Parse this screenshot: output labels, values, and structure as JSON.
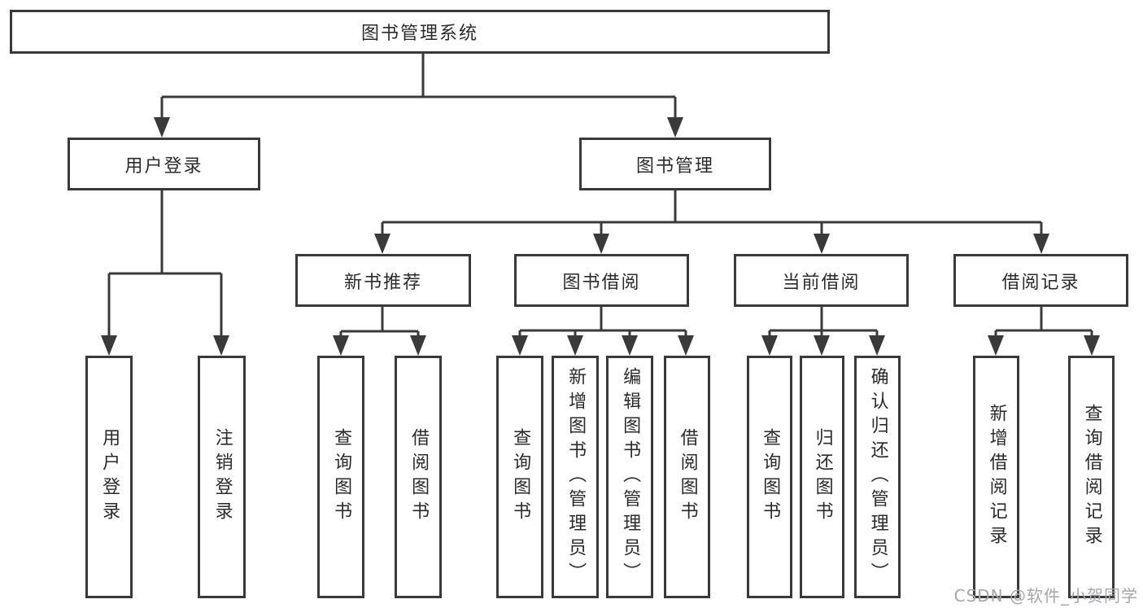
{
  "diagram": {
    "title": "图书管理系统",
    "nodes": {
      "root": "图书管理系统",
      "user_login": "用户登录",
      "book_mgmt": "图书管理",
      "new_book_rec": "新书推荐",
      "book_borrow": "图书借阅",
      "current_borrow": "当前借阅",
      "borrow_records": "借阅记录",
      "leaf_user_login": "用户登录",
      "leaf_logout": "注销登录",
      "leaf_query_book_1": "查询图书",
      "leaf_borrow_book_1": "借阅图书",
      "leaf_query_book_2": "查询图书",
      "leaf_add_book": "新增图书（管理员）",
      "leaf_edit_book": "编辑图书（管理员）",
      "leaf_borrow_book_2": "借阅图书",
      "leaf_query_book_3": "查询图书",
      "leaf_return_book": "归还图书",
      "leaf_confirm_return": "确认归还（管理员）",
      "leaf_add_record": "新增借阅记录",
      "leaf_query_record": "查询借阅记录"
    }
  },
  "watermark": "CSDN @软件_小贺同学",
  "colors": {
    "line": "#3a3a3a",
    "text": "#2b2b2b",
    "watermark": "#a6a6ab",
    "background": "#ffffff"
  }
}
